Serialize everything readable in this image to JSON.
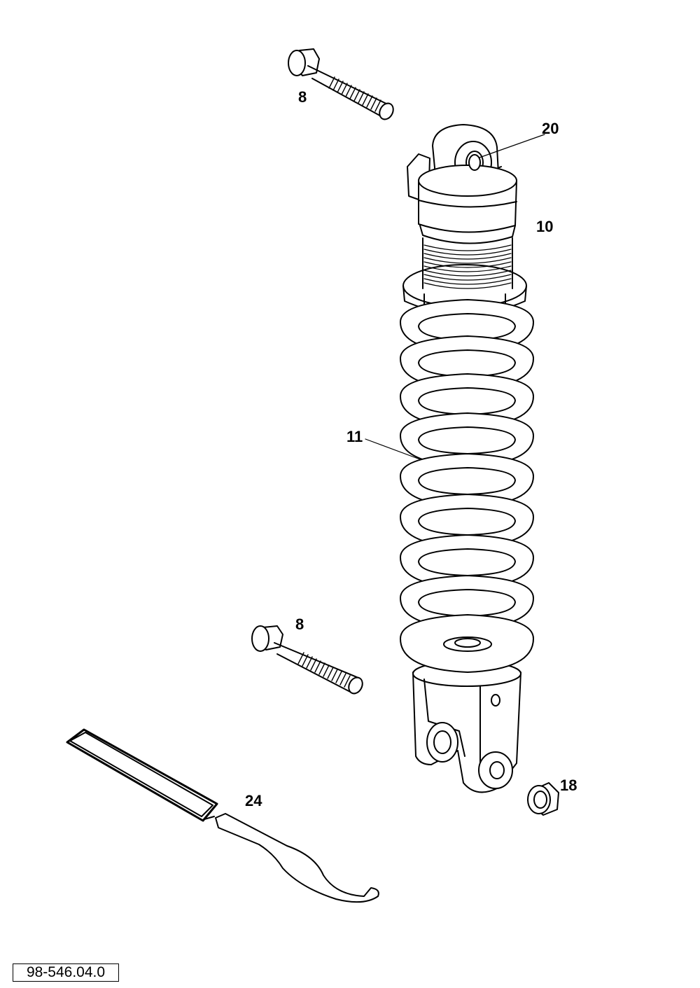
{
  "diagram": {
    "drawing_code": "98-546.04.0",
    "parts": [
      {
        "callout": "8",
        "icon": "flange-bolt-upper-icon"
      },
      {
        "callout": "20",
        "icon": "bushing-top-icon"
      },
      {
        "callout": "10",
        "icon": "shock-absorber-icon"
      },
      {
        "callout": "11",
        "icon": "coil-spring-icon"
      },
      {
        "callout": "8",
        "icon": "flange-bolt-lower-icon"
      },
      {
        "callout": "18",
        "icon": "flange-nut-icon"
      },
      {
        "callout": "24",
        "icon": "spanner-wrench-icon"
      }
    ]
  },
  "style": {
    "line_color": "#000000",
    "background": "#ffffff"
  }
}
